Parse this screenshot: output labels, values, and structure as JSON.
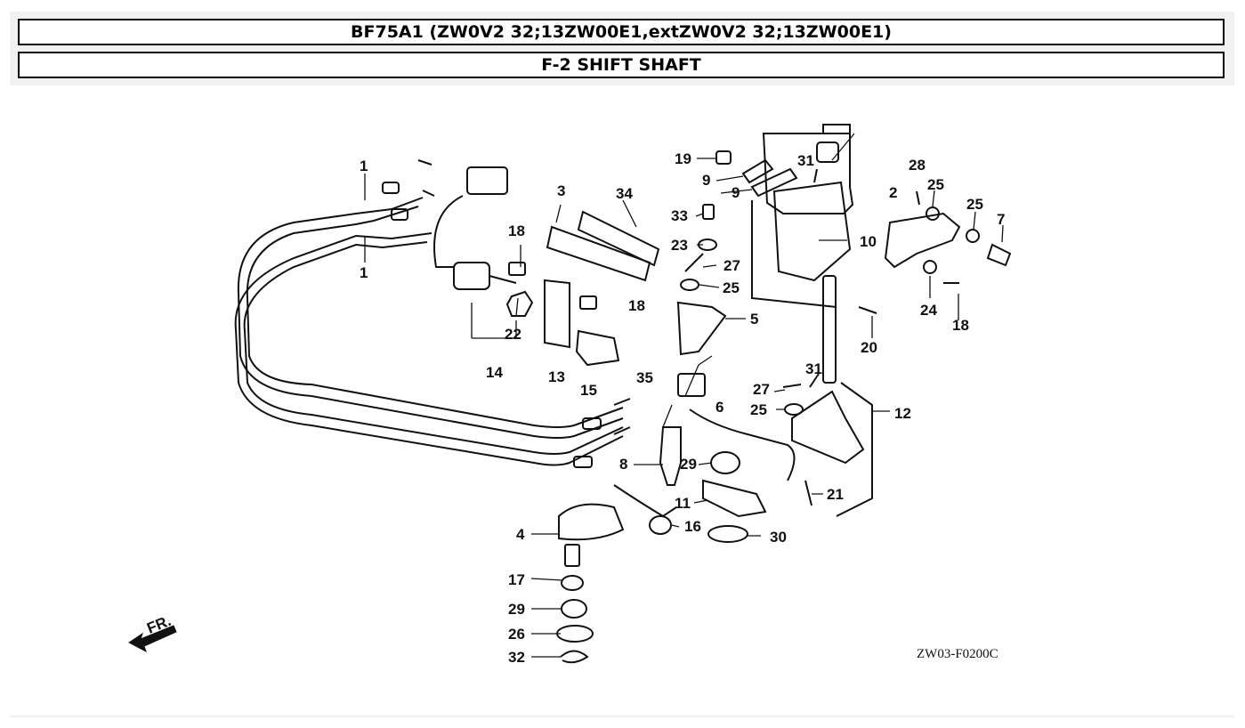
{
  "header": {
    "model_title": "BF75A1 (ZW0V2 32;13ZW00E1,extZW0V2 32;13ZW00E1)",
    "section_title": "F-2 SHIFT SHAFT"
  },
  "diagram": {
    "drawing_code": "ZW03-F0200C",
    "front_arrow_label": "FR.",
    "callouts": [
      "1",
      "1",
      "2",
      "3",
      "4",
      "5",
      "6",
      "7",
      "8",
      "9",
      "9",
      "10",
      "11",
      "12",
      "13",
      "14",
      "15",
      "16",
      "17",
      "18",
      "18",
      "18",
      "19",
      "20",
      "21",
      "22",
      "23",
      "24",
      "25",
      "25",
      "25",
      "25",
      "26",
      "27",
      "27",
      "28",
      "29",
      "29",
      "30",
      "31",
      "31",
      "32",
      "33",
      "34",
      "35"
    ]
  }
}
